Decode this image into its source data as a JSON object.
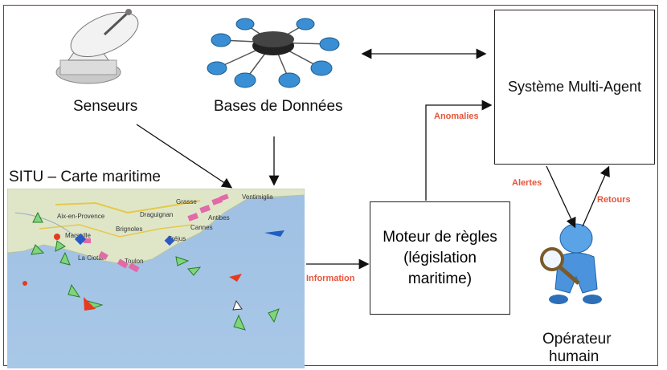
{
  "nodes": {
    "sensors": "Senseurs",
    "databases": "Bases de Données",
    "map_title": "SITU – Carte maritime",
    "multi_agent": "Système Multi-Agent",
    "rules_engine_line1": "Moteur de règles",
    "rules_engine_line2": "(législation",
    "rules_engine_line3": "maritime)",
    "operator_line1": "Opérateur",
    "operator_line2": "humain"
  },
  "edges": {
    "information": "Information",
    "anomalies": "Anomalies",
    "alerts": "Alertes",
    "feedback": "Retours"
  },
  "map_towns": {
    "aix": "Aix-en-Provence",
    "marseille": "Marseille",
    "grasse": "Grasse",
    "cannes": "Cannes",
    "antibes": "Antibes",
    "draguignan": "Draguignan",
    "brignoles": "Brignoles",
    "frejus": "Fréjus",
    "toulon": "Toulon",
    "laciotat": "La Ciotat",
    "ventimiglia": "Ventimiglia"
  },
  "colors": {
    "edge_label": "#e8543a",
    "frame": "#7a3b2e",
    "sea": "#a9c8e8",
    "land": "#dfe6c8"
  }
}
